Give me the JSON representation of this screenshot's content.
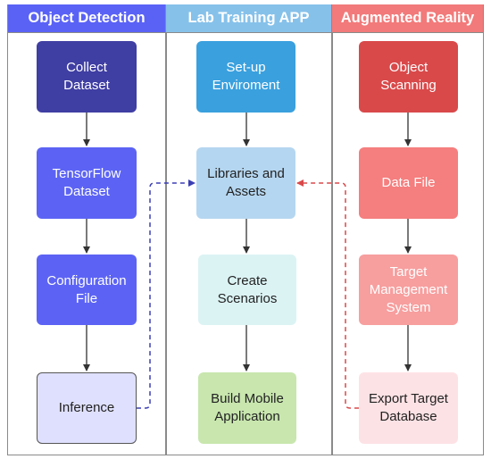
{
  "lanes": {
    "object_detection": {
      "title": "Object Detection",
      "color": "#5a62f6"
    },
    "lab_training": {
      "title": "Lab Training APP",
      "color": "#86c1ea"
    },
    "augmented_reality": {
      "title": "Augmented Reality",
      "color": "#f27a7a"
    }
  },
  "nodes": {
    "collect_dataset": {
      "label": "Collect\nDataset",
      "fill": "#3f3ea3",
      "text_color": "#ffffff"
    },
    "tensorflow_dataset": {
      "label": "TensorFlow\nDataset",
      "fill": "#5c63f4",
      "text_color": "#ffffff"
    },
    "configuration_file": {
      "label": "Configuration\nFile",
      "fill": "#5c63f4",
      "text_color": "#ffffff"
    },
    "inference": {
      "label": "Inference",
      "fill": "#dfe0fd",
      "text_color": "#222222"
    },
    "setup_environment": {
      "label": "Set-up\nEnviroment",
      "fill": "#3aa0de",
      "text_color": "#ffffff"
    },
    "libraries_assets": {
      "label": "Libraries and\nAssets",
      "fill": "#b5d6f0",
      "text_color": "#222222"
    },
    "create_scenarios": {
      "label": "Create\nScenarios",
      "fill": "#dcf3f4",
      "text_color": "#222222"
    },
    "build_mobile": {
      "label": "Build Mobile\nApplication",
      "fill": "#c8e6ae",
      "text_color": "#222222"
    },
    "object_scanning": {
      "label": "Object\nScanning",
      "fill": "#d9494a",
      "text_color": "#ffffff"
    },
    "data_file": {
      "label": "Data File",
      "fill": "#f57e7e",
      "text_color": "#ffffff"
    },
    "target_management": {
      "label": "Target\nManagement\nSystem",
      "fill": "#f79e9e",
      "text_color": "#ffffff"
    },
    "export_target_database": {
      "label": "Export Target\nDatabase",
      "fill": "#fde2e5",
      "text_color": "#222222"
    }
  },
  "colors": {
    "arrow": "#333333",
    "dashed_blue": "#3b3fb5",
    "dashed_red": "#d9494a",
    "border": "#8a8a8a"
  }
}
